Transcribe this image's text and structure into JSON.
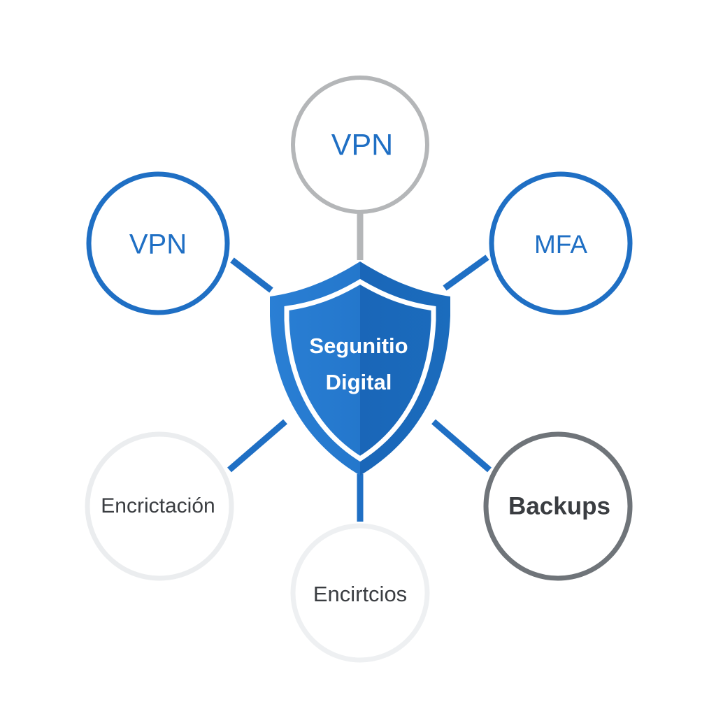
{
  "center": {
    "line1": "Segunitio",
    "line2": "Digital"
  },
  "nodes": {
    "top": "VPN",
    "upper_left": "VPN",
    "upper_right": "MFA",
    "lower_left": "Encrictación",
    "bottom": "Encirtcios",
    "lower_right": "Backups"
  },
  "colors": {
    "primary_blue": "#1f6fc4",
    "shield_blue": "#1e73c8",
    "gray_ring": "#b4b6b8",
    "dark_gray_ring": "#6f7479",
    "faint_ring": "#ebedef",
    "dark_text": "#3a3d41"
  }
}
